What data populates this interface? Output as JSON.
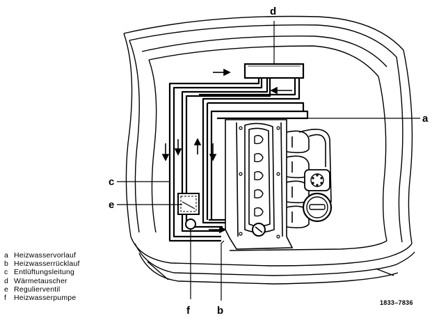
{
  "callouts": {
    "a": "a",
    "b": "b",
    "c": "c",
    "d": "d",
    "e": "e",
    "f": "f"
  },
  "legend": [
    {
      "key": "a",
      "text": "Heizwasservorlauf"
    },
    {
      "key": "b",
      "text": "Heizwasserrücklauf"
    },
    {
      "key": "c",
      "text": "Entlüftungsleitung"
    },
    {
      "key": "d",
      "text": "Wärmetauscher"
    },
    {
      "key": "e",
      "text": "Regulierventil"
    },
    {
      "key": "f",
      "text": "Heizwasserpumpe"
    }
  ],
  "reference_number": "1833–7836",
  "colors": {
    "line": "#000000",
    "background": "#ffffff"
  }
}
